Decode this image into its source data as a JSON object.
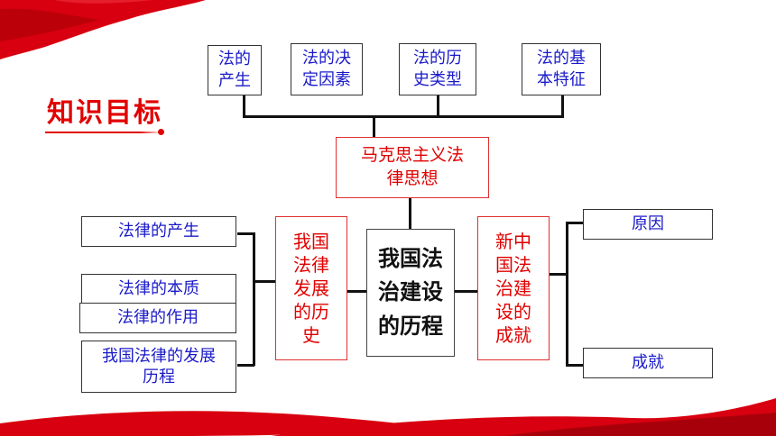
{
  "title": "知识目标",
  "colors": {
    "accent": "#e00000",
    "blue_text": "#1a1ac8",
    "line": "#111111"
  },
  "top_nodes": [
    {
      "id": "origin",
      "text": "法的\n产生"
    },
    {
      "id": "factors",
      "text": "法的决\n定因素"
    },
    {
      "id": "types",
      "text": "法的历\n史类型"
    },
    {
      "id": "features",
      "text": "法的基\n本特征"
    }
  ],
  "marxist_node": {
    "text": "马克思主义法\n律思想"
  },
  "center_node": {
    "text": "我国法\n治建设\n的历程"
  },
  "history_node": {
    "text": "我国\n法律\n发展\n的历\n史"
  },
  "achievement_node": {
    "text": "新中\n国法\n治建\n设的\n成就"
  },
  "left_nodes": [
    {
      "id": "law-origin",
      "text": "法律的产生"
    },
    {
      "id": "law-essence",
      "text": "法律的本质"
    },
    {
      "id": "law-function",
      "text": "法律的作用"
    },
    {
      "id": "law-development",
      "text": "我国法律的发展\n历程"
    }
  ],
  "right_nodes": [
    {
      "id": "reason",
      "text": "原因"
    },
    {
      "id": "achievement",
      "text": "成就"
    }
  ]
}
